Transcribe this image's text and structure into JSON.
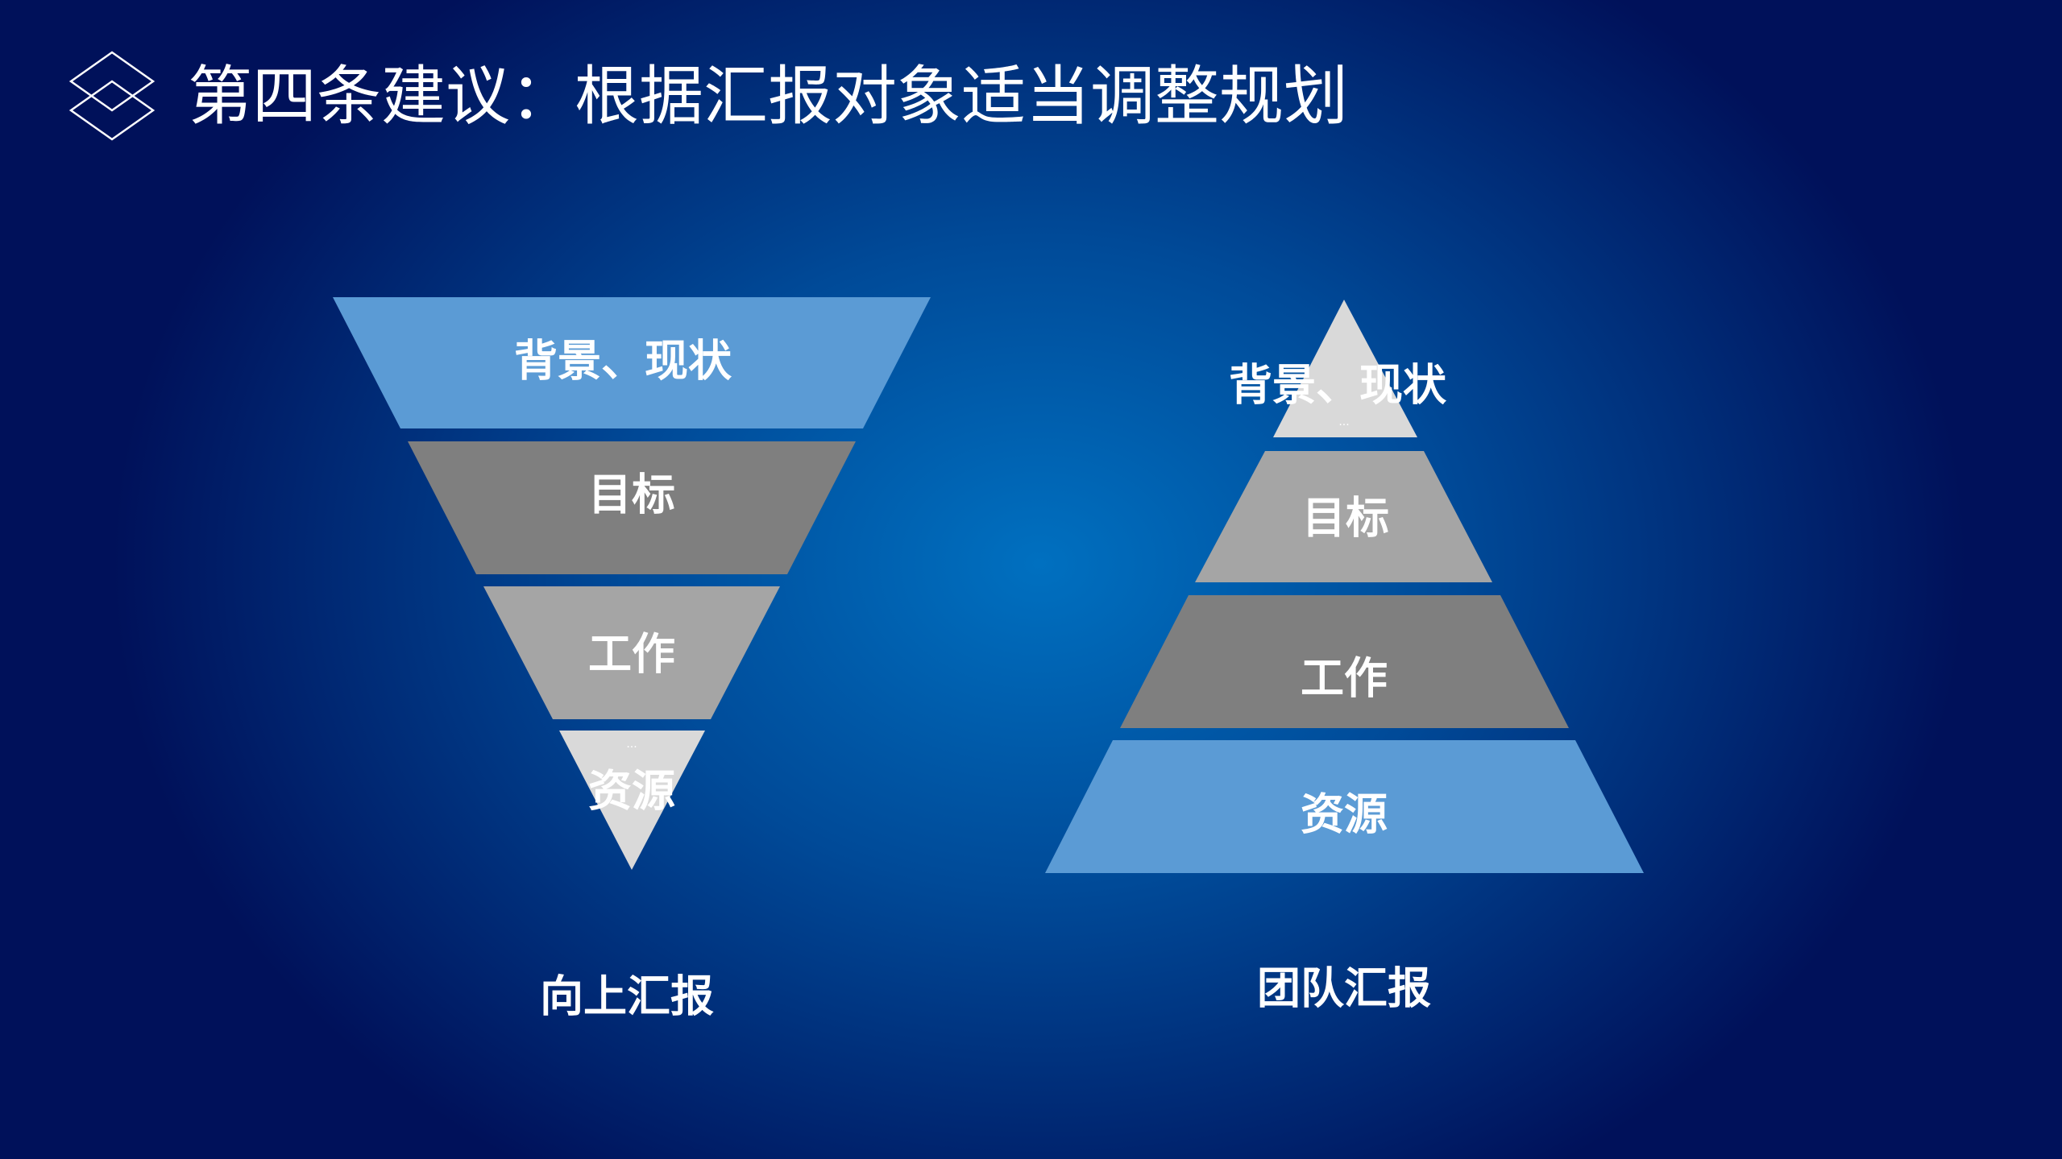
{
  "title": "第四条建议：根据汇报对象适当调整规划",
  "title_icon": "layers-diamond-icon",
  "colors": {
    "blue": "#5b9bd5",
    "dark_gray": "#7f7f7f",
    "gray": "#a5a5a5",
    "light_gray": "#d9d9d9"
  },
  "funnel": {
    "caption": "向上汇报",
    "levels": [
      "背景、现状",
      "目标",
      "工作",
      "资源"
    ],
    "overflow_marker": "..."
  },
  "pyramid": {
    "caption": "团队汇报",
    "levels": [
      "背景、现状",
      "目标",
      "工作",
      "资源"
    ],
    "overflow_marker": "..."
  }
}
